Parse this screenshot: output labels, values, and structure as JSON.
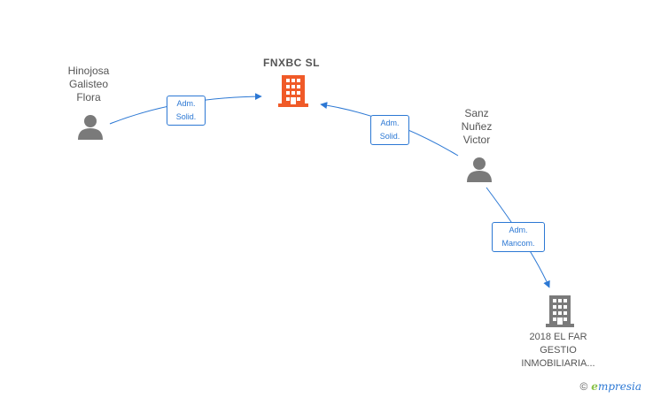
{
  "colors": {
    "edge": "#2c78d4",
    "person": "#7a7a7a",
    "main_company": "#f05a28",
    "company": "#7a7a7a"
  },
  "nodes": {
    "main_company": {
      "label_lines": [
        "FNXBC  SL"
      ],
      "icon": "building-icon"
    },
    "person_hinojosa": {
      "label_lines": [
        "Hinojosa",
        "Galisteo",
        "Flora"
      ],
      "icon": "person-icon"
    },
    "person_sanz": {
      "label_lines": [
        "Sanz",
        "Nuñez",
        "Victor"
      ],
      "icon": "person-icon"
    },
    "company_2018": {
      "label_lines": [
        "2018 EL FAR",
        "GESTIO",
        "INMOBILIARIA..."
      ],
      "icon": "building-icon"
    }
  },
  "edges": {
    "hinojosa_to_main": {
      "label_lines": [
        "Adm.",
        "Solid."
      ]
    },
    "sanz_to_main": {
      "label_lines": [
        "Adm.",
        "Solid."
      ]
    },
    "sanz_to_2018": {
      "label_lines": [
        "Adm.",
        "Mancom."
      ]
    }
  },
  "watermark": {
    "copyright_symbol": "©",
    "brand_first": "e",
    "brand_rest": "mpresia"
  }
}
